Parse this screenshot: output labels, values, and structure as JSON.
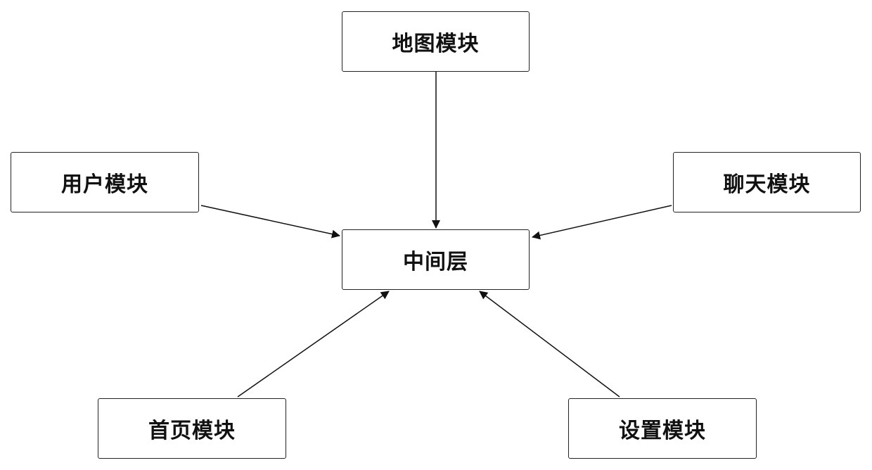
{
  "nodes": {
    "map": "地图模块",
    "user": "用户模块",
    "chat": "聊天模块",
    "middle": "中间层",
    "home": "首页模块",
    "setting": "设置模块"
  },
  "edges": [
    {
      "from": "map",
      "to": "middle"
    },
    {
      "from": "user",
      "to": "middle"
    },
    {
      "from": "chat",
      "to": "middle"
    },
    {
      "from": "home",
      "to": "middle"
    },
    {
      "from": "setting",
      "to": "middle"
    }
  ]
}
